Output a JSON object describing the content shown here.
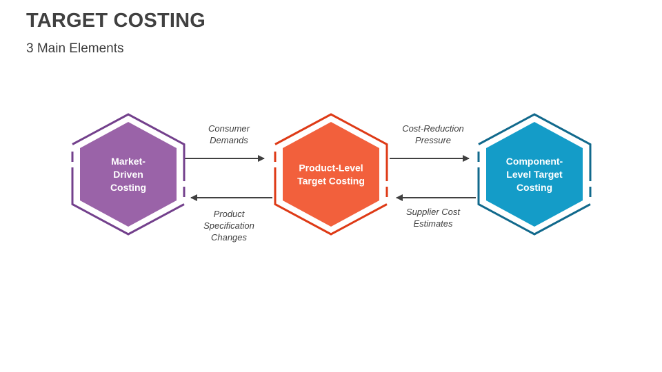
{
  "slide": {
    "title": "TARGET COSTING",
    "subtitle": "3 Main Elements"
  },
  "diagram": {
    "arrow_color": "#404040",
    "hexagons": [
      {
        "id": "market-driven-costing",
        "label": "Market-\nDriven\nCosting",
        "fill": "#9a63a8",
        "outline": "#73408c",
        "text_color": "#ffffff"
      },
      {
        "id": "product-level-target-costing",
        "label": "Product-Level\nTarget Costing",
        "fill": "#f2603c",
        "outline": "#de3a16",
        "text_color": "#ffffff"
      },
      {
        "id": "component-level-target-costing",
        "label": "Component-\nLevel Target\nCosting",
        "fill": "#149cc8",
        "outline": "#11698c",
        "text_color": "#ffffff"
      }
    ],
    "flows": [
      {
        "label": "Consumer\nDemands",
        "direction": "right"
      },
      {
        "label": "Cost-Reduction\nPressure",
        "direction": "right"
      },
      {
        "label": "Product\nSpecification\nChanges",
        "direction": "left"
      },
      {
        "label": "Supplier Cost\nEstimates",
        "direction": "left"
      }
    ]
  }
}
